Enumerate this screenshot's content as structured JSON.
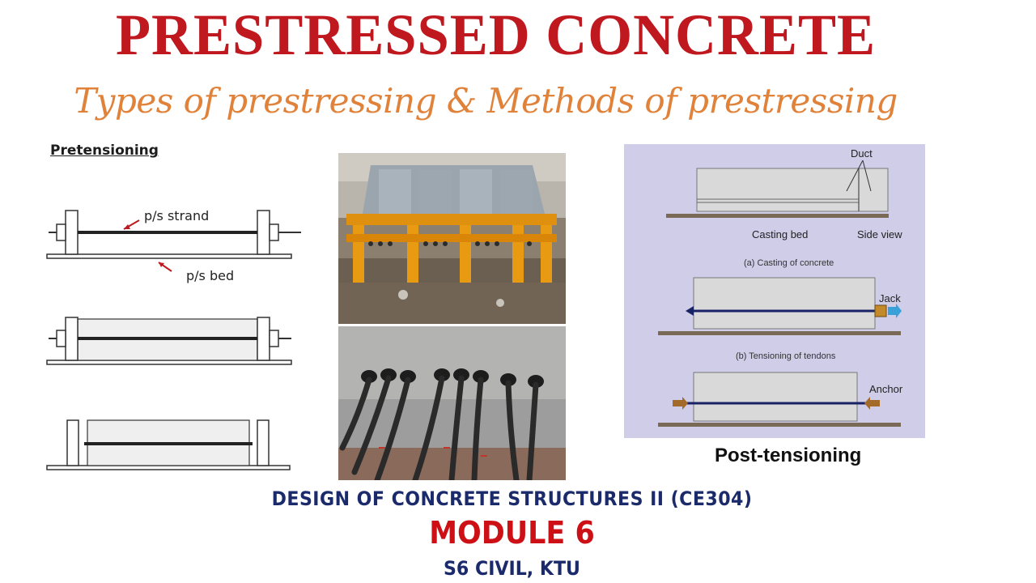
{
  "header": {
    "title": "PRESTRESSED CONCRETE",
    "subtitle": "Types of prestressing & Methods of prestressing"
  },
  "pretensioning": {
    "heading": "Pretensioning",
    "strand_label": "p/s strand",
    "bed_label": "p/s bed"
  },
  "post_tensioning": {
    "duct_label": "Duct",
    "casting_bed_label": "Casting bed",
    "side_view_label": "Side view",
    "caption_a": "(a) Casting of concrete",
    "jack_label": "Jack",
    "caption_b": "(b) Tensioning of tendons",
    "anchor_label": "Anchor",
    "heading": "Post-tensioning"
  },
  "footer": {
    "course": "DESIGN OF CONCRETE STRUCTURES II (CE304)",
    "module": "MODULE 6",
    "college": "S6 CIVIL, KTU"
  },
  "colors": {
    "title_red": "#c0181f",
    "subtitle_orange": "#e0823a",
    "navy": "#1b2a6b",
    "module_red": "#cc1016",
    "panel_lavender": "#cfcde8"
  }
}
